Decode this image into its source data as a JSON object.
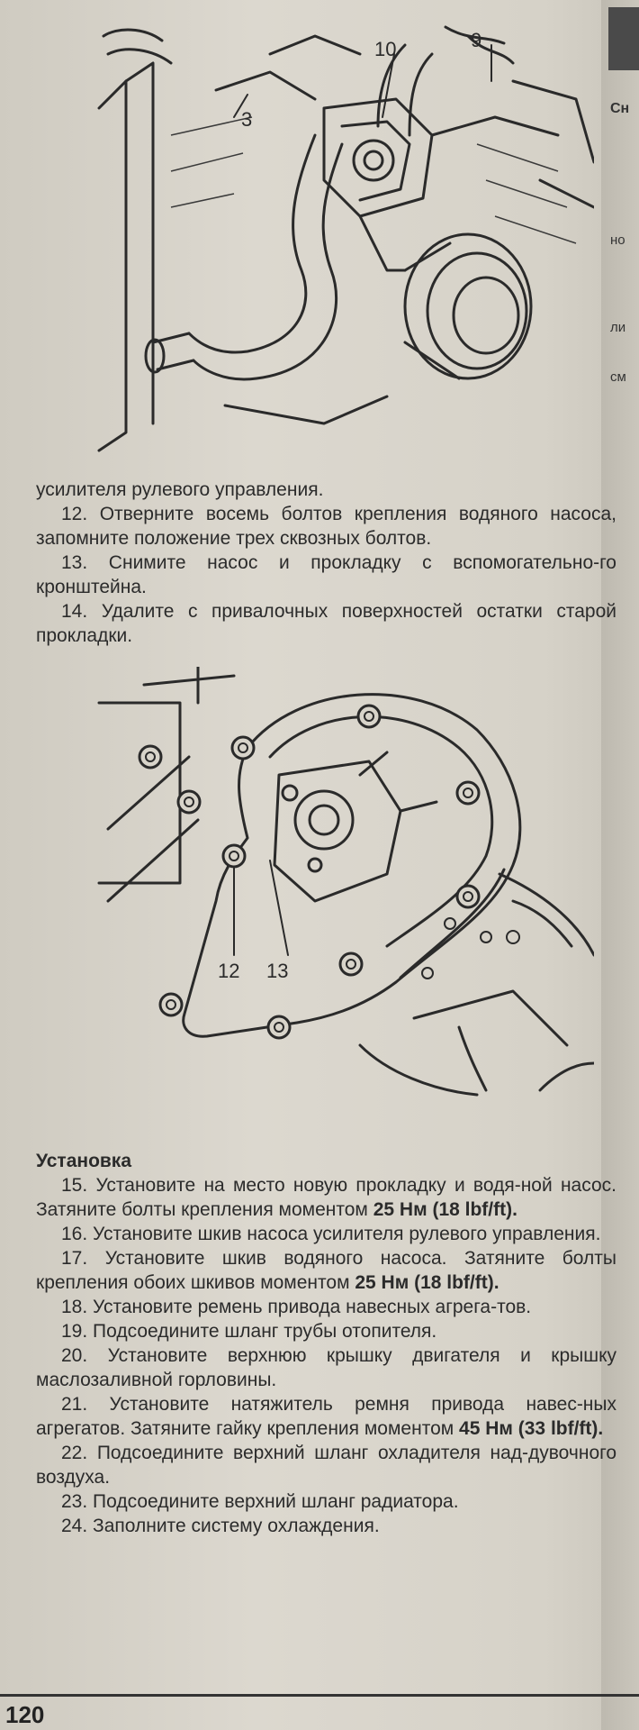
{
  "edge_fragments": {
    "f1": "Сн",
    "f2": "но",
    "f3": "ли",
    "f4": "см"
  },
  "figure1": {
    "labels": {
      "l10": "10",
      "l9": "9",
      "l3": "3"
    }
  },
  "figure2": {
    "labels": {
      "l12": "12",
      "l13": "13"
    }
  },
  "removal_text": {
    "p0": "усилителя рулевого управления.",
    "p12": "12. Отверните восемь болтов крепления водяного насоса, запомните положение трех сквозных болтов.",
    "p13": "13. Снимите насос и прокладку с вспомогательно-го кронштейна.",
    "p14": "14. Удалите с привалочных поверхностей остатки старой прокладки."
  },
  "installation": {
    "title": "Установка",
    "p15a": "15. Установите на место новую прокладку и водя-ной насос. Затяните болты крепления моментом ",
    "p15b": "25 Нм (18 lbf/ft).",
    "p16": "16. Установите шкив насоса усилителя рулевого управления.",
    "p17a": "17. Установите шкив водяного насоса. Затяните болты крепления обоих шкивов моментом ",
    "p17b": "25 Нм (18 lbf/ft).",
    "p18": "18. Установите ремень привода навесных агрега-тов.",
    "p19": "19. Подсоедините шланг трубы отопителя.",
    "p20": "20. Установите верхнюю крышку двигателя и крышку маслозаливной горловины.",
    "p21a": "21. Установите натяжитель ремня привода навес-ных агрегатов. Затяните гайку крепления моментом ",
    "p21b": "45 Нм (33 lbf/ft).",
    "p22": "22. Подсоедините верхний шланг охладителя над-дувочного воздуха.",
    "p23": "23. Подсоедините верхний шланг радиатора.",
    "p24": "24. Заполните систему охлаждения."
  },
  "footer": {
    "page_number": "120"
  }
}
